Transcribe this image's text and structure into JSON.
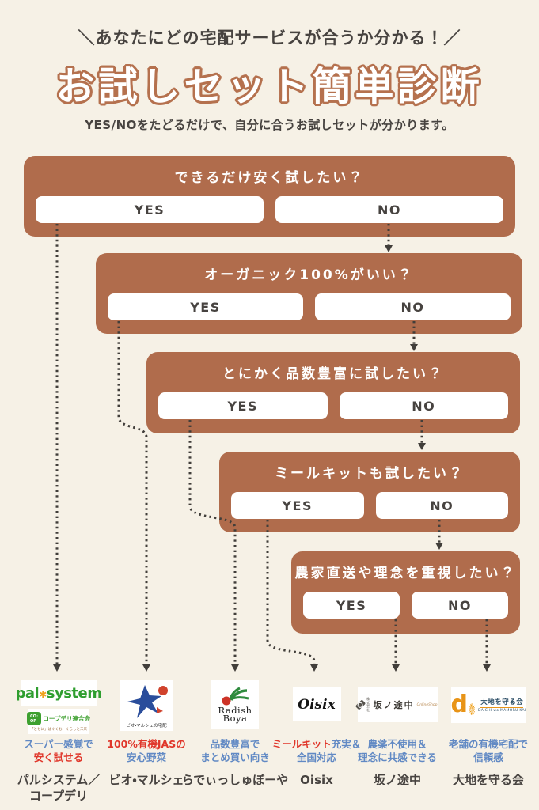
{
  "palette": {
    "background": "#f6f1e6",
    "box_brown": "#b06c4c",
    "title_outline": "#b5714e",
    "ink": "#474340",
    "desc_blue": "#6189c4",
    "desc_red": "#e0372b",
    "pal_green": "#2f9e2f",
    "coop_green": "#3da02f",
    "bio_blue": "#2a4d9b",
    "bio_red": "#d0422c",
    "radish_red": "#cd3327",
    "radish_green": "#2e8b3d",
    "daichi_orange": "#e89417",
    "daichi_navy": "#274a63"
  },
  "header": {
    "tagline": "＼あなたにどの宅配サービスが合うか分かる！／",
    "title": "お試しセット簡単診断",
    "subtitle": "YES/NOをたどるだけで、自分に合うお試しセットが分かります。"
  },
  "questions": [
    {
      "text": "できるだけ安く試したい？",
      "yes_label": "YES",
      "no_label": "NO"
    },
    {
      "text": "オーガニック100%がいい？",
      "yes_label": "YES",
      "no_label": "NO"
    },
    {
      "text": "とにかく品数豊富に試したい？",
      "yes_label": "YES",
      "no_label": "NO"
    },
    {
      "text": "ミールキットも試したい？",
      "yes_label": "YES",
      "no_label": "NO"
    },
    {
      "text": "農家直送や理念を重視したい？",
      "yes_label": "YES",
      "no_label": "NO"
    }
  ],
  "results": [
    {
      "name_lines": [
        "パルシステム／",
        "コープデリ"
      ],
      "desc_lines": [
        [
          {
            "text": "スーパー感覚で",
            "tone": "blue"
          }
        ],
        [
          {
            "text": "安く試せる",
            "tone": "red"
          }
        ]
      ],
      "logo": {
        "brand": "pal",
        "star": "✱",
        "brand2": "system",
        "coop_mark": "CO･OP",
        "sub_brand": "コープデリ連合会",
        "sub_tagline": "「ともに」はぐくむ、くらしと未来"
      }
    },
    {
      "name_lines": [
        "ビオ・マルシェ"
      ],
      "desc_lines": [
        [
          {
            "text": "100%有機JASの",
            "tone": "red"
          }
        ],
        [
          {
            "text": "安心野菜",
            "tone": "blue"
          }
        ]
      ],
      "logo": {
        "caption": "ビオ・マルシェの宅配"
      }
    },
    {
      "name_lines": [
        "らでぃっしゅぼーや"
      ],
      "desc_lines": [
        [
          {
            "text": "品数豊富で",
            "tone": "blue"
          }
        ],
        [
          {
            "text": "まとめ買い向き",
            "tone": "blue"
          }
        ]
      ],
      "logo": {
        "brand_line1": "Radish",
        "brand_line2": "Boya"
      }
    },
    {
      "name_lines": [
        "Oisix"
      ],
      "desc_lines": [
        [
          {
            "text": "ミールキット",
            "tone": "red"
          },
          {
            "text": "充実＆",
            "tone": "blue"
          }
        ],
        [
          {
            "text": "全国対応",
            "tone": "blue"
          }
        ]
      ],
      "logo": {
        "brand": "Oisix"
      }
    },
    {
      "name_lines": [
        "坂ノ途中"
      ],
      "desc_lines": [
        [
          {
            "text": "農薬不使用＆",
            "tone": "blue"
          }
        ],
        [
          {
            "text": "理念に共感できる",
            "tone": "blue"
          }
        ]
      ],
      "logo": {
        "company_prefix": "株式 会社",
        "brand": "坂ノ途中",
        "shop": "OnlineShop"
      }
    },
    {
      "name_lines": [
        "大地を守る会"
      ],
      "desc_lines": [
        [
          {
            "text": "老舗の有機宅配で",
            "tone": "blue"
          }
        ],
        [
          {
            "text": "信頼感",
            "tone": "blue"
          }
        ]
      ],
      "logo": {
        "initial": "d",
        "brand": "大地を守る会",
        "roman": "DAICHI wo MAMORU KAI"
      }
    }
  ]
}
